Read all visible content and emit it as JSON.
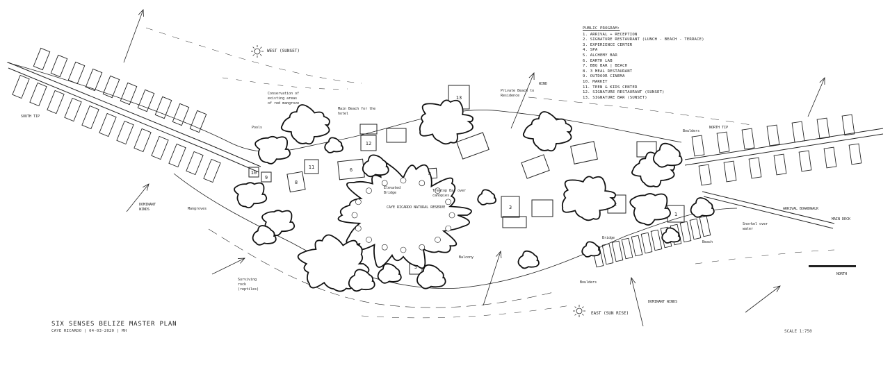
{
  "title": "SIX SENSES BELIZE MASTER PLAN",
  "subtitle": "CAYE RICARDO | 04-03-2020 | MH",
  "stamp": "SCALE 1:750",
  "legend": {
    "title": "PUBLIC PROGRAM:",
    "items": [
      "1. ARRIVAL + RECEPTION",
      "2. SIGNATURE RESTAURANT (LUNCH - BEACH - TERRACE)",
      "3. EXPERIENCE CENTER",
      "4. SPA",
      "5. ALCHEMY BAR",
      "6. EARTH LAB",
      "7. BBQ BAR | BEACH",
      "8. 3 MEAL RESTAURANT",
      "9. OUTDOOR CINEMA",
      "10. MARKET",
      "11. TEEN & KIDS CENTER",
      "12. SIGNATURE RESTAURANT (SUNSET)",
      "13. SIGNATURE BAR (SUNSET)"
    ]
  },
  "labels": {
    "west": "WEST (SUNSET)",
    "east": "EAST (SUN RISE)",
    "south_tip": "SOUTH TIP",
    "north_tip": "NORTH TIP",
    "reserve": "CAYE RICARDO NATURAL RESERVE",
    "main_beach": "Main Beach for the hotel",
    "private_beach": "Private Beach to Residence",
    "wind": "WIND",
    "conservation": "Conservation of existing areas of red mangrove",
    "pools": "Pools",
    "boulders_top": "Boulders",
    "boulders_bottom": "Boulders",
    "elevated_bridge": "Elevated Bridge",
    "treetop_bar": "Treetop Bar over canopies",
    "dominant_winds_left": "DOMINANT WINDS",
    "dominant_winds_right": "DOMINANT WINDS",
    "arrival_boardwalk": "ARRIVAL BOARDWALK",
    "main_deck": "MAIN DECK",
    "snorkel": "Snorkel over water",
    "beach": "Beach",
    "bridge": "Bridge",
    "balcony": "Balcony",
    "surviving": "Surviving rock (reptiles)",
    "mangroves": "Mangroves",
    "north": "NORTH"
  },
  "numbers": [
    "1",
    "2",
    "3",
    "4",
    "5",
    "6",
    "8",
    "9",
    "10",
    "11",
    "12",
    "13"
  ]
}
